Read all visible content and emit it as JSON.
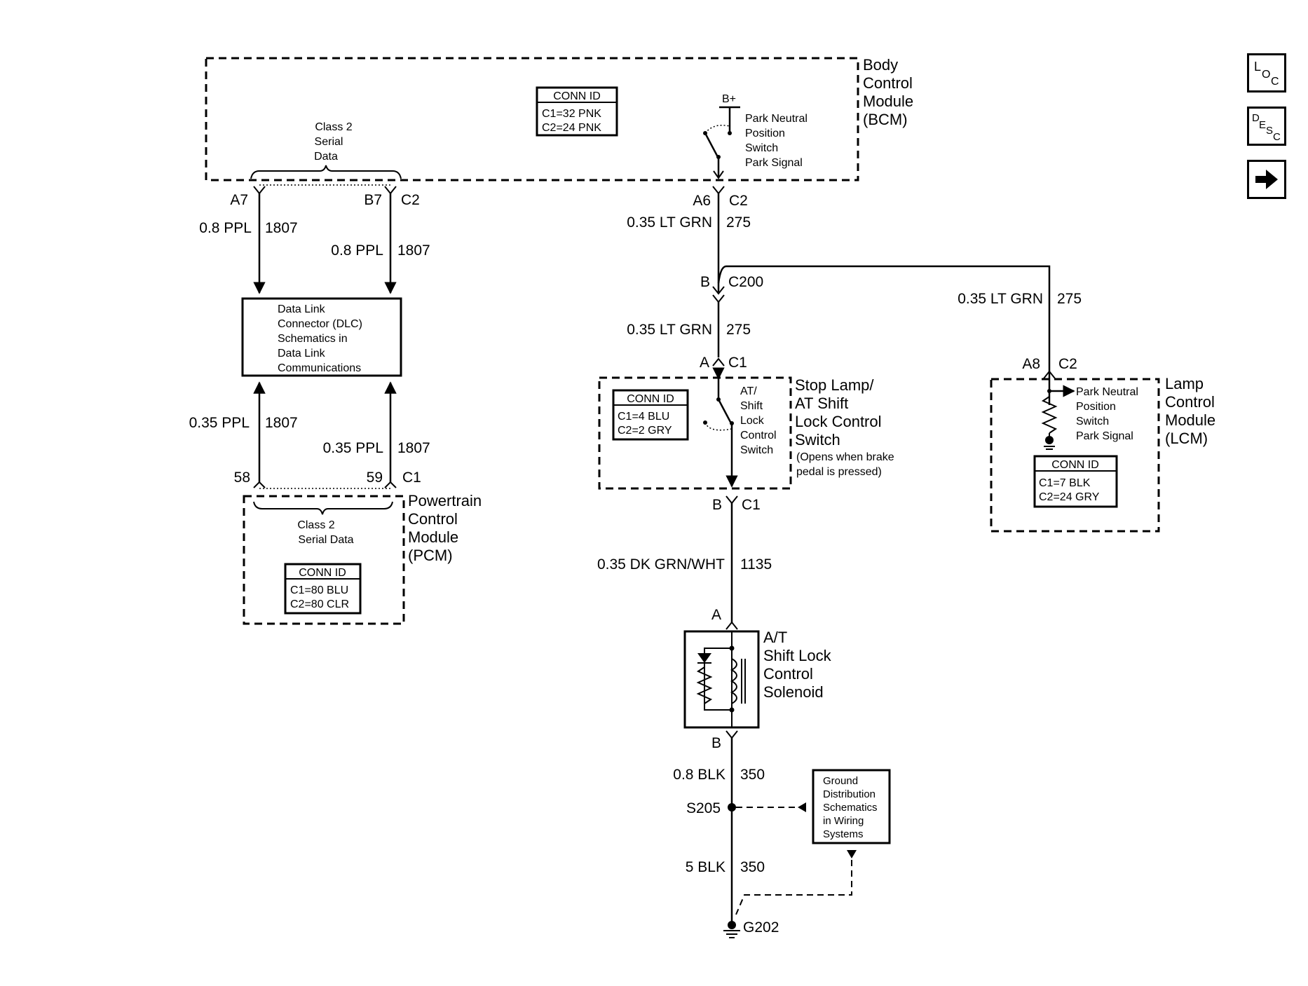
{
  "nav": {
    "loc": {
      "big": "L",
      "sup": "O",
      "sub": "C"
    },
    "desc": {
      "big": "D",
      "sup": "E",
      "sub": "S",
      "sub2": "C"
    }
  },
  "bcm": {
    "name": [
      "Body",
      "Control",
      "Module",
      "(BCM)"
    ],
    "conn_id": {
      "title": "CONN ID",
      "lines": [
        "C1=32 PNK",
        "C2=24 PNK"
      ]
    },
    "serial_data": [
      "Class 2",
      "Serial",
      "Data"
    ],
    "b_plus": "B+",
    "switch_label": [
      "Park Neutral",
      "Position",
      "Switch",
      "Park Signal"
    ]
  },
  "dlc": {
    "pins": {
      "left": "A7",
      "right": "B7",
      "conn": "C2"
    },
    "wire_top_left": {
      "color": "0.8 PPL",
      "circuit": "1807"
    },
    "wire_top_right": {
      "color": "0.8 PPL",
      "circuit": "1807"
    },
    "box_text": [
      "Data Link",
      "Connector (DLC)",
      "Schematics in",
      "Data Link",
      "Communications"
    ],
    "wire_bottom_left": {
      "color": "0.35 PPL",
      "circuit": "1807"
    },
    "wire_bottom_right": {
      "color": "0.35 PPL",
      "circuit": "1807"
    }
  },
  "pcm": {
    "pins": {
      "left": "58",
      "right": "59",
      "conn": "C1"
    },
    "name": [
      "Powertrain",
      "Control",
      "Module",
      "(PCM)"
    ],
    "serial_data": [
      "Class 2",
      "Serial Data"
    ],
    "conn_id": {
      "title": "CONN ID",
      "lines": [
        "C1=80 BLU",
        "C2=80 CLR"
      ]
    }
  },
  "main_circuit": {
    "bcm_pin": {
      "pin": "A6",
      "conn": "C2"
    },
    "wire1": {
      "color": "0.35 LT GRN",
      "circuit": "275"
    },
    "splice": {
      "pin": "B",
      "conn": "C200"
    },
    "wire2": {
      "color": "0.35 LT GRN",
      "circuit": "275"
    },
    "switch_top": {
      "pin": "A",
      "conn": "C1"
    },
    "branch_wire": {
      "color": "0.35 LT GRN",
      "circuit": "275"
    }
  },
  "stop_lamp_switch": {
    "conn_id": {
      "title": "CONN ID",
      "lines": [
        "C1=4 BLU",
        "C2=2 GRY"
      ]
    },
    "switch_label": [
      "AT/",
      "Shift",
      "Lock",
      "Control",
      "Switch"
    ],
    "name": [
      "Stop Lamp/",
      "AT Shift",
      "Lock Control",
      "Switch"
    ],
    "note": [
      "(Opens when brake",
      "pedal is pressed)"
    ],
    "bottom_pin": {
      "pin": "B",
      "conn": "C1"
    }
  },
  "wire3": {
    "color": "0.35 DK GRN/WHT",
    "circuit": "1135"
  },
  "solenoid": {
    "top_pin": "A",
    "name": [
      "A/T",
      "Shift Lock",
      "Control",
      "Solenoid"
    ],
    "bottom_pin": "B"
  },
  "ground": {
    "wire_upper": {
      "color": "0.8 BLK",
      "circuit": "350"
    },
    "splice": "S205",
    "wire_lower": {
      "color": "5 BLK",
      "circuit": "350"
    },
    "ground_point": "G202",
    "ref_box": [
      "Ground",
      "Distribution",
      "Schematics",
      "in Wiring",
      "Systems"
    ]
  },
  "lcm": {
    "pin": {
      "pin": "A8",
      "conn": "C2"
    },
    "switch_label": [
      "Park Neutral",
      "Position",
      "Switch",
      "Park Signal"
    ],
    "conn_id": {
      "title": "CONN ID",
      "lines": [
        "C1=7 BLK",
        "C2=24 GRY"
      ]
    },
    "name": [
      "Lamp",
      "Control",
      "Module",
      "(LCM)"
    ]
  }
}
